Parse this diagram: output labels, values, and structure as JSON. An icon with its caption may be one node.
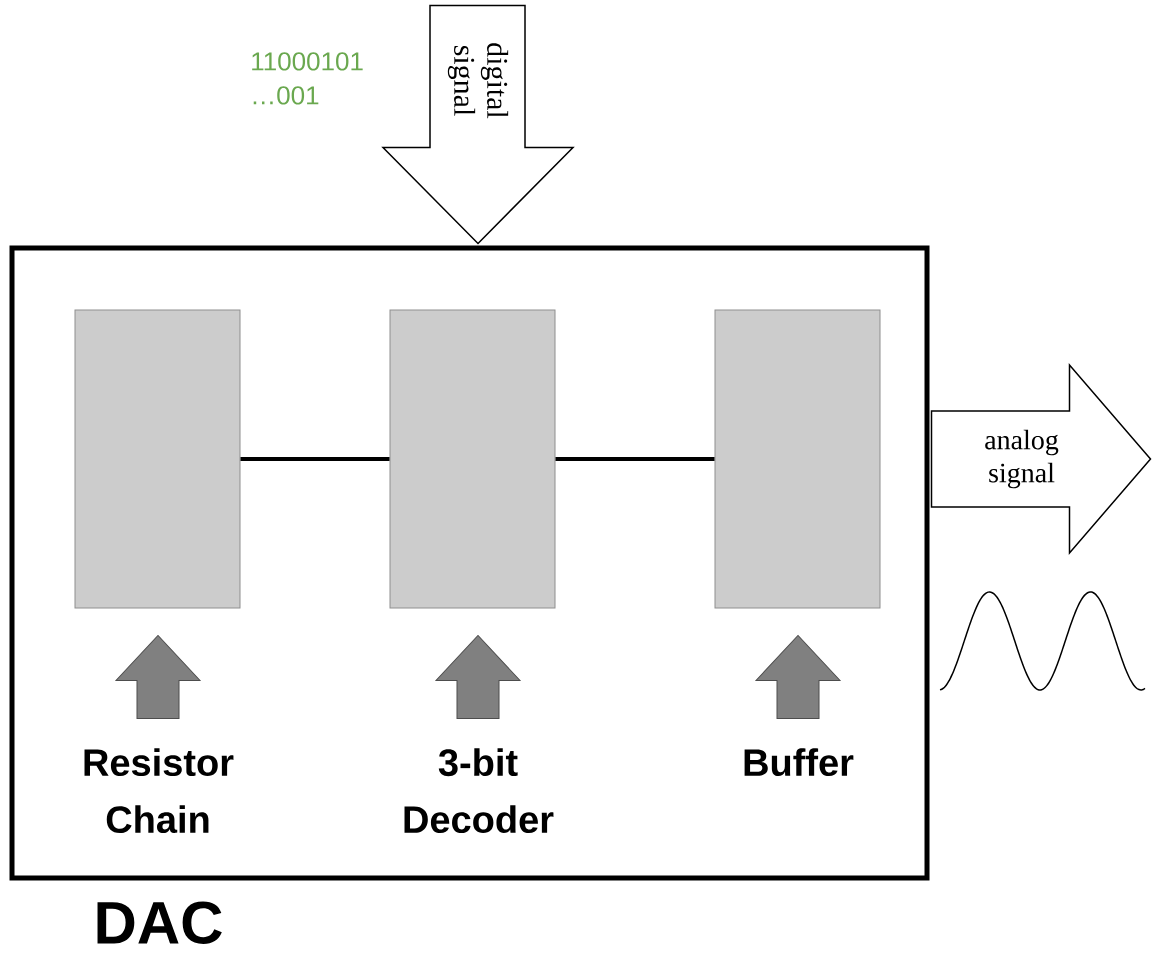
{
  "diagram": {
    "nodes": [
      {
        "text": [
          "DAC"
        ]
      },
      {
        "text": [],
        "shape": "box",
        "in": 0
      },
      {
        "text": [],
        "shape": "box",
        "in": 0
      },
      {
        "text": [],
        "shape": "box",
        "in": 0
      },
      {
        "text": [
          "Resistor Chain"
        ],
        "in": 0
      },
      {
        "text": [
          "3-bit Decoder"
        ],
        "in": 0
      },
      {
        "text": [
          "Buffer"
        ],
        "in": 0
      }
    ],
    "edges": [
      {
        "from": 1,
        "to": 2,
        "arrow": "none"
      },
      {
        "from": 2,
        "to": 3,
        "arrow": "none"
      },
      {
        "from": 4,
        "to": 1,
        "arrow": "to"
      },
      {
        "from": 5,
        "to": 2,
        "arrow": "to"
      },
      {
        "from": 6,
        "to": 3,
        "arrow": "to"
      },
      {
        "from": null,
        "to": 0,
        "arrow": "to",
        "label": "digital signal"
      },
      {
        "from": 0,
        "to": null,
        "arrow": "to",
        "label": "analog signal"
      }
    ],
    "labels": [
      "11000101 …001"
    ]
  }
}
